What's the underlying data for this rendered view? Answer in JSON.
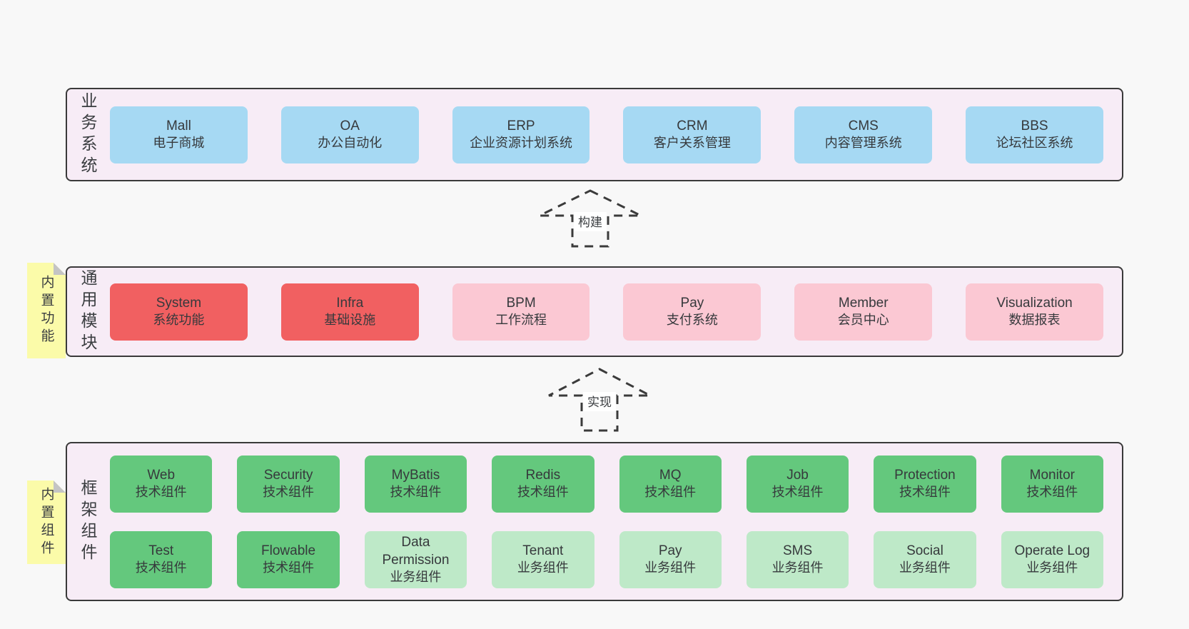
{
  "arrows": [
    {
      "label": "构建"
    },
    {
      "label": "实现"
    }
  ],
  "layers": {
    "business": {
      "label": "业务系统",
      "boxes": [
        {
          "title": "Mall",
          "subtitle": "电子商城"
        },
        {
          "title": "OA",
          "subtitle": "办公自动化"
        },
        {
          "title": "ERP",
          "subtitle": "企业资源计划系统"
        },
        {
          "title": "CRM",
          "subtitle": "客户关系管理"
        },
        {
          "title": "CMS",
          "subtitle": "内容管理系统"
        },
        {
          "title": "BBS",
          "subtitle": "论坛社区系统"
        }
      ]
    },
    "modules": {
      "label": "通用模块",
      "note": "内置功能",
      "boxes": [
        {
          "title": "System",
          "subtitle": "系统功能"
        },
        {
          "title": "Infra",
          "subtitle": "基础设施"
        },
        {
          "title": "BPM",
          "subtitle": "工作流程"
        },
        {
          "title": "Pay",
          "subtitle": "支付系统"
        },
        {
          "title": "Member",
          "subtitle": "会员中心"
        },
        {
          "title": "Visualization",
          "subtitle": "数据报表"
        }
      ]
    },
    "framework": {
      "label": "框架组件",
      "note": "内置组件",
      "row1": [
        {
          "title": "Web",
          "subtitle": "技术组件"
        },
        {
          "title": "Security",
          "subtitle": "技术组件"
        },
        {
          "title": "MyBatis",
          "subtitle": "技术组件"
        },
        {
          "title": "Redis",
          "subtitle": "技术组件"
        },
        {
          "title": "MQ",
          "subtitle": "技术组件"
        },
        {
          "title": "Job",
          "subtitle": "技术组件"
        },
        {
          "title": "Protection",
          "subtitle": "技术组件"
        },
        {
          "title": "Monitor",
          "subtitle": "技术组件"
        }
      ],
      "row2": [
        {
          "title": "Test",
          "subtitle": "技术组件"
        },
        {
          "title": "Flowable",
          "subtitle": "技术组件"
        },
        {
          "title": "Data Permission",
          "subtitle": "业务组件"
        },
        {
          "title": "Tenant",
          "subtitle": "业务组件"
        },
        {
          "title": "Pay",
          "subtitle": "业务组件"
        },
        {
          "title": "SMS",
          "subtitle": "业务组件"
        },
        {
          "title": "Social",
          "subtitle": "业务组件"
        },
        {
          "title": "Operate Log",
          "subtitle": "业务组件"
        }
      ]
    }
  },
  "colors": {
    "page_bg": "#f8f8f8",
    "layer_bg": "#f7ecf6",
    "layer_border": "#3a3a3a",
    "blue_box": "#a6d9f3",
    "red_box": "#f16061",
    "pink_box": "#fbc8d3",
    "green_box": "#64c87d",
    "light_green_box": "#bee9c8",
    "sticky_note": "#fbfba9",
    "note_fold": "#c4c4c4",
    "text": "#36393c"
  }
}
